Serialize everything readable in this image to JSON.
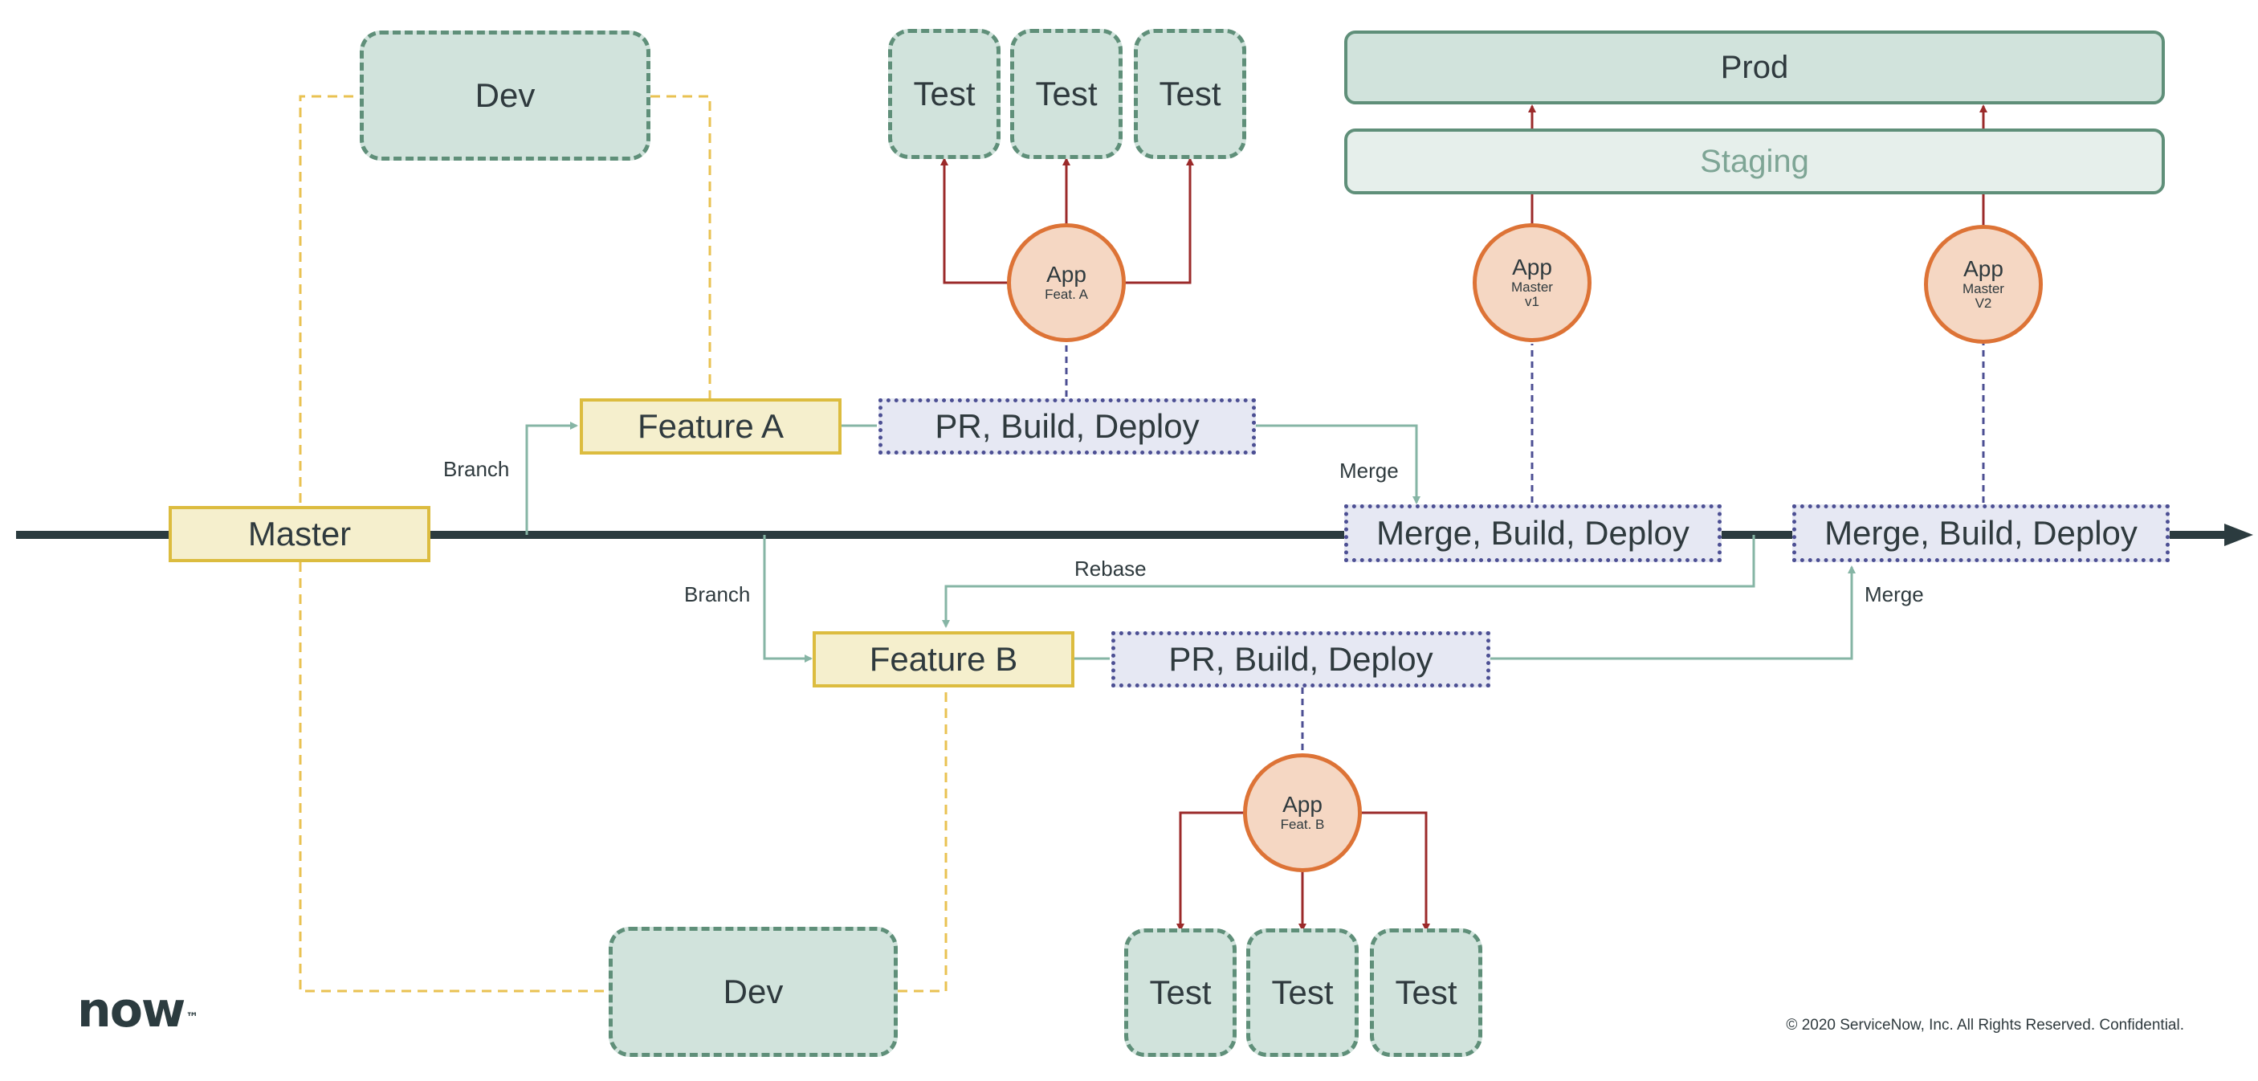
{
  "colors": {
    "env_fill": "#d1e3dc",
    "env_border": "#5f8f79",
    "feature_fill": "#f5efcd",
    "feature_border": "#dcbc3f",
    "pipeline_fill": "#e6e8f3",
    "pipeline_border": "#4c4f93",
    "app_fill": "#f5d7c3",
    "app_border": "#dd7336",
    "mainline": "#2b3b3f",
    "deploy_arrow": "#9b2a2a",
    "flow_arrow": "#86b5a5",
    "dev_link": "#e9c252"
  },
  "environments": {
    "dev_top": "Dev",
    "dev_bottom": "Dev",
    "tests_a": [
      "Test",
      "Test",
      "Test"
    ],
    "tests_b": [
      "Test",
      "Test",
      "Test"
    ],
    "prod": "Prod",
    "staging": "Staging"
  },
  "branches": {
    "master": "Master",
    "feature_a": "Feature A",
    "feature_b": "Feature B"
  },
  "pipelines": {
    "pr_a": "PR, Build, Deploy",
    "pr_b": "PR, Build, Deploy",
    "merge_1": "Merge, Build, Deploy",
    "merge_2": "Merge, Build, Deploy"
  },
  "apps": {
    "feat_a": {
      "title": "App",
      "sub": "Feat. A"
    },
    "feat_b": {
      "title": "App",
      "sub": "Feat. B"
    },
    "master_v1": {
      "title": "App",
      "sub": "Master",
      "sub2": "v1"
    },
    "master_v2": {
      "title": "App",
      "sub": "Master",
      "sub2": "V2"
    }
  },
  "annotations": {
    "branch_a": "Branch",
    "branch_b": "Branch",
    "merge_a": "Merge",
    "merge_b": "Merge",
    "rebase": "Rebase"
  },
  "footer": {
    "logo": "now",
    "logo_tm": "™",
    "copyright": "© 2020 ServiceNow, Inc. All Rights Reserved. Confidential."
  }
}
